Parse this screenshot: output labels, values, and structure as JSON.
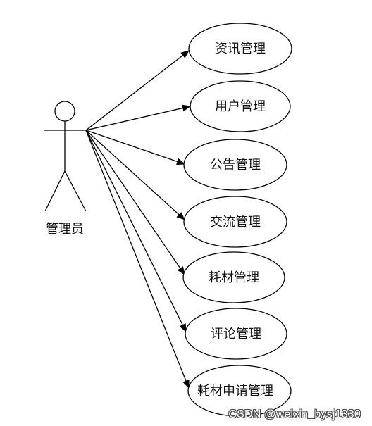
{
  "actor": {
    "label": "管理员"
  },
  "use_cases": [
    {
      "label": "资讯管理"
    },
    {
      "label": "用户管理"
    },
    {
      "label": "公告管理"
    },
    {
      "label": "交流管理"
    },
    {
      "label": "耗材管理"
    },
    {
      "label": "评论管理"
    },
    {
      "label": "耗材申请管理"
    }
  ],
  "watermark": "CSDN @weixin_bysj1330",
  "colors": {
    "stroke": "#000000",
    "text": "#111111",
    "background": "#ffffff"
  }
}
